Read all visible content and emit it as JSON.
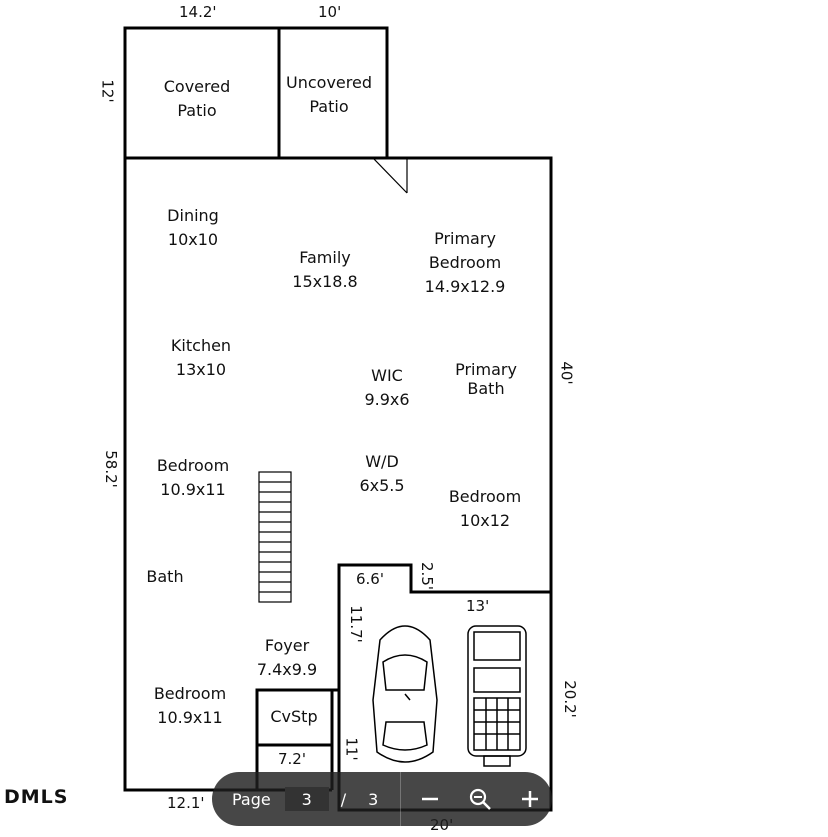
{
  "rooms": [
    {
      "name": "Covered",
      "name2": "Patio",
      "size": ""
    },
    {
      "name": "Uncovered",
      "name2": "Patio",
      "size": ""
    },
    {
      "name": "Dining",
      "size": "10x10"
    },
    {
      "name": "Family",
      "size": "15x18.8"
    },
    {
      "name": "Primary",
      "name2": "Bedroom",
      "size": "14.9x12.9"
    },
    {
      "name": "Kitchen",
      "size": "13x10"
    },
    {
      "name": "WIC",
      "size": "9.9x6"
    },
    {
      "name": "Primary",
      "name2": "Bath"
    },
    {
      "name": "Bedroom",
      "size": "10.9x11"
    },
    {
      "name": "W/D",
      "size": "6x5.5"
    },
    {
      "name": "Bedroom",
      "size": "10x12"
    },
    {
      "name": "Bath"
    },
    {
      "name": "Foyer",
      "size": "7.4x9.9"
    },
    {
      "name": "Bedroom",
      "size": "10.9x11"
    },
    {
      "name": "CvStp"
    }
  ],
  "dimensions": {
    "top_left": "14.2'",
    "top_mid": "10'",
    "left_patio": "12'",
    "right_side": "40'",
    "left_side": "58.2'",
    "garage_top_left": "6.6'",
    "garage_step": "2.5'",
    "garage_top": "13'",
    "garage_left": "11.7'",
    "garage_right": "20.2'",
    "cvstp_bottom": "7.2'",
    "garage_small": "11'",
    "bottom_left": "12.1'",
    "bottom_garage": "20'"
  },
  "brand": "DMLS",
  "pager": {
    "page_label": "Page",
    "current": "3",
    "separator": "/",
    "total": "3"
  }
}
